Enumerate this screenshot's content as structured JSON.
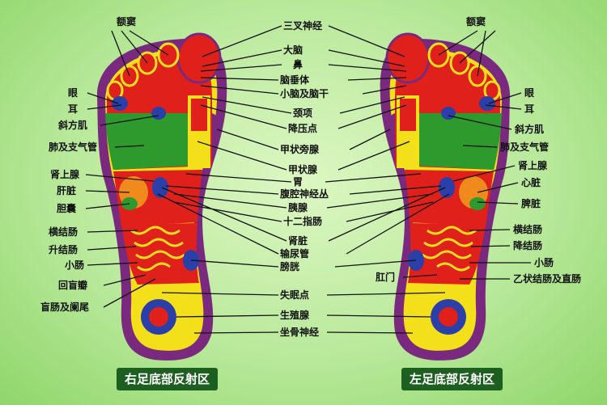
{
  "left_labels": [
    "额窦",
    "眼",
    "耳",
    "斜方肌",
    "肺及支气管",
    "肾上腺",
    "肝脏",
    "胆囊",
    "横结肠",
    "升结肠",
    "小肠",
    "回盲瓣",
    "盲肠及阑尾"
  ],
  "center_labels": [
    "三叉神经",
    "大脑",
    "鼻",
    "脑垂体",
    "小脑及脑干",
    "颈项",
    "降压点",
    "甲状旁腺",
    "甲状腺",
    "胃",
    "腹腔神经丛",
    "胰腺",
    "十二指肠",
    "肾脏",
    "输尿管",
    "膀胱",
    "失眠点",
    "生殖腺",
    "坐骨神经"
  ],
  "right_labels": [
    "额窦",
    "眼",
    "耳",
    "斜方肌",
    "肺及支气管",
    "肾上腺",
    "心脏",
    "脾脏",
    "横结肠",
    "降结肠",
    "小肠",
    "肛门",
    "乙状结肠及直肠"
  ],
  "captions": {
    "right_foot": "右足底部反射区",
    "left_foot": "左足底部反射区"
  },
  "colors": {
    "background": "#b9e99b",
    "caption_bg": "#1d5f21",
    "foot_outer": "#7a2a7e",
    "red": "#e0201b",
    "yellow": "#f4e01a",
    "green": "#2e9a2e",
    "orange": "#f08a1c",
    "blue": "#2a3fa8"
  }
}
